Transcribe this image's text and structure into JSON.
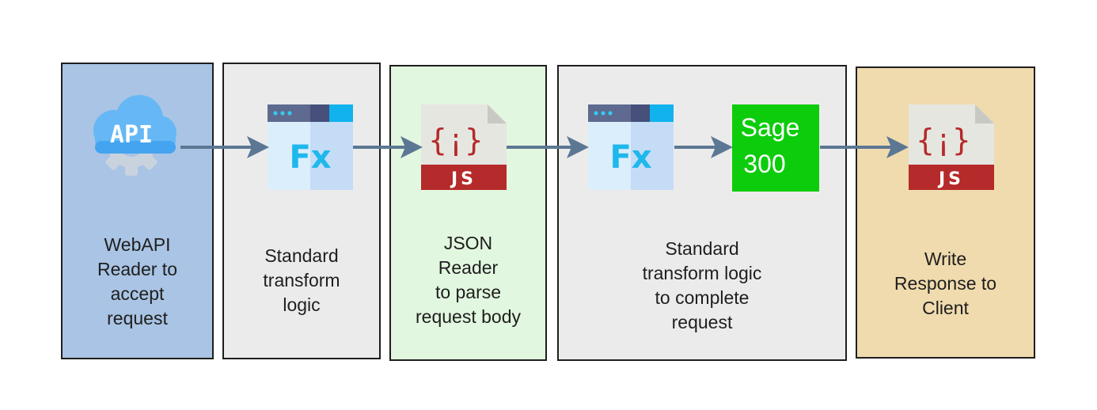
{
  "colors": {
    "webapi_box": "#a9c4e4",
    "transform_box": "#ebebeb",
    "json_box": "#e2f7df",
    "response_box": "#f0dbae",
    "arrow": "#5b7793",
    "sage_bg": "#0ccc0c"
  },
  "stages": [
    {
      "name": "webapi",
      "lines": [
        "WebAPI",
        "Reader to",
        "accept",
        "request"
      ],
      "icon": "api-cloud-icon"
    },
    {
      "name": "transform-1",
      "lines": [
        "Standard",
        "transform",
        "logic"
      ],
      "icon": "function-window-icon"
    },
    {
      "name": "json-reader",
      "lines": [
        "JSON",
        "Reader",
        "to parse",
        "request body"
      ],
      "icon": "json-file-icon"
    },
    {
      "name": "transform-2",
      "lines": [
        "Standard",
        "transform logic",
        "to complete",
        "request"
      ],
      "icon": "function-window-icon"
    },
    {
      "name": "write-response",
      "lines": [
        "Write",
        "Response to",
        "Client"
      ],
      "icon": "json-file-icon"
    }
  ],
  "icons": {
    "api_text": "API",
    "fx_text": "Fx",
    "json_badge": "{¡}",
    "js_text": "JS",
    "sage_line1": "Sage",
    "sage_line2": "300"
  }
}
